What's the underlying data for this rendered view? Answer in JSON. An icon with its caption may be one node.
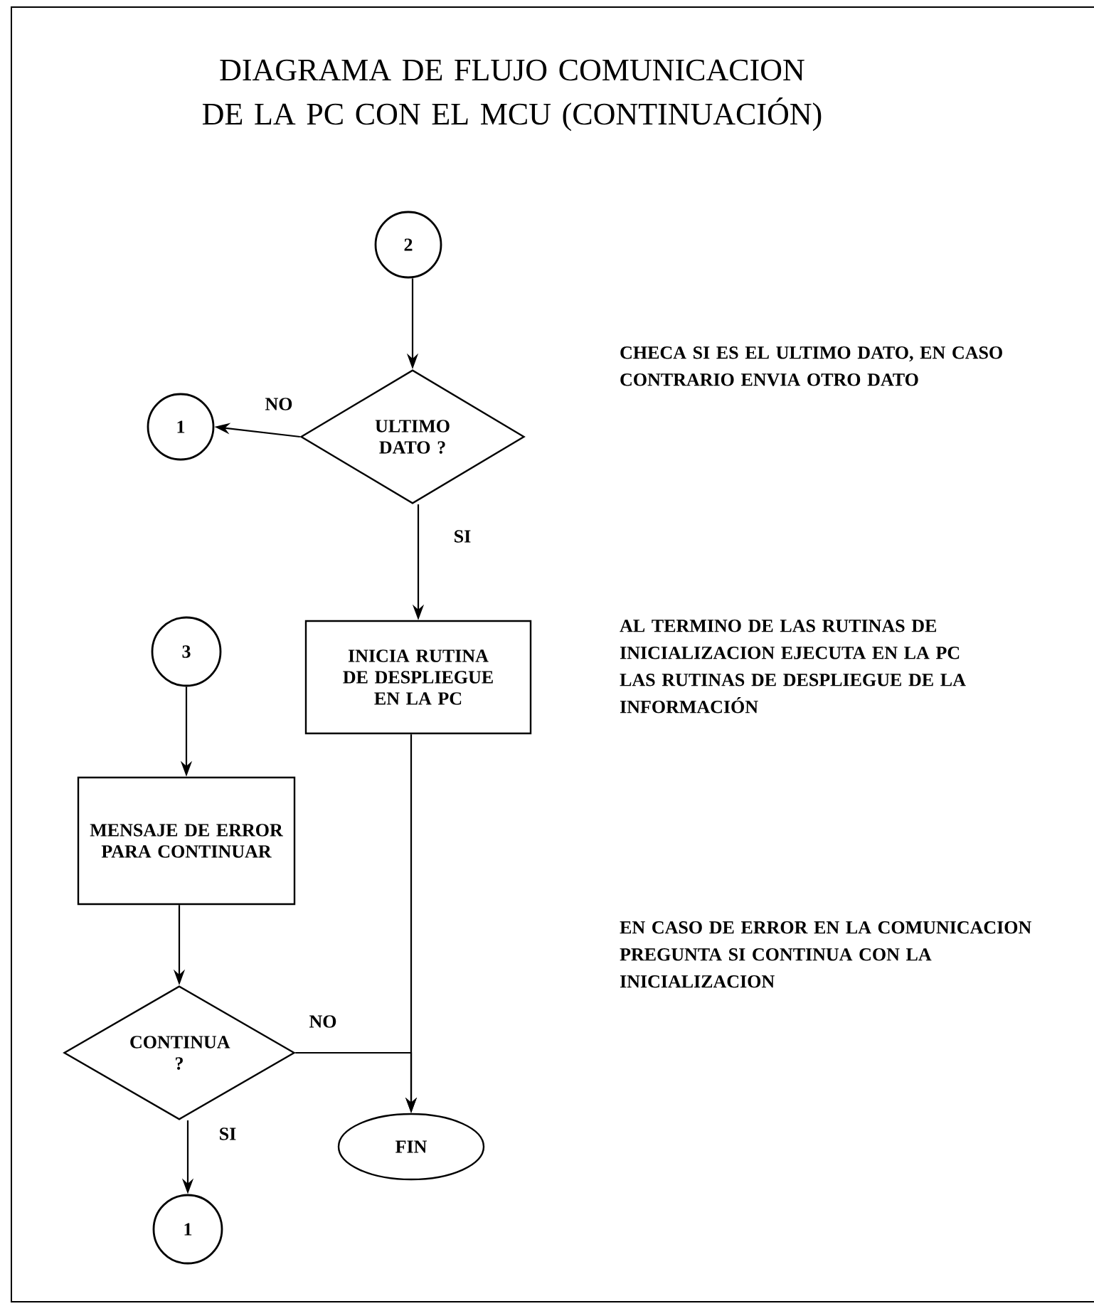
{
  "diagram": {
    "title": "DIAGRAMA DE FLUJO COMUNICACION DE LA PC CON EL MCU (CONTINUACIÓN)",
    "nodes": [
      {
        "text": [
          "2"
        ]
      },
      {
        "text": [
          "ULTIMO DATO ?"
        ]
      },
      {
        "text": [
          "1"
        ]
      },
      {
        "text": [
          "INICIA RUTINA DE DESPLIEGUE EN LA PC"
        ]
      },
      {
        "text": [
          "3"
        ]
      },
      {
        "text": [
          "MENSAJE DE ERROR PARA CONTINUAR"
        ]
      },
      {
        "text": [
          "CONTINUA ?"
        ]
      },
      {
        "text": [
          "FIN"
        ]
      },
      {
        "text": [
          "1"
        ]
      }
    ],
    "edges": [
      {
        "from": 0,
        "to": 1,
        "arrow": "to"
      },
      {
        "from": 1,
        "to": 2,
        "arrow": "to",
        "label": "NO"
      },
      {
        "from": 1,
        "to": 3,
        "arrow": "to",
        "label": "SI"
      },
      {
        "from": 4,
        "to": 5,
        "arrow": "to"
      },
      {
        "from": 5,
        "to": 6,
        "arrow": "to"
      },
      {
        "from": 3,
        "to": 7,
        "arrow": "to"
      },
      {
        "from": 6,
        "to": 7,
        "arrow": "to",
        "label": "NO"
      },
      {
        "from": 6,
        "to": 8,
        "arrow": "to",
        "label": "SI"
      }
    ],
    "labels": [
      "CHECA SI ES EL ULTIMO DATO, EN CASO CONTRARIO ENVIA OTRO DATO",
      "AL TERMINO DE LAS RUTINAS DE INICIALIZACION EJECUTA EN LA PC LAS RUTINAS DE DESPLIEGUE DE LA INFORMACIÓN",
      "EN CASO DE ERROR EN LA COMUNICACION PREGUNTA SI CONTINUA CON LA INICIALIZACION"
    ]
  }
}
